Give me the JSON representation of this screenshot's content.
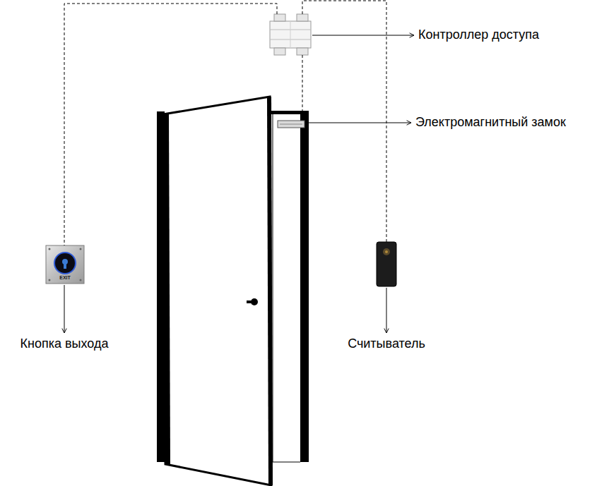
{
  "diagram": {
    "nodes": [
      {
        "text": [
          "Контроллер доступа"
        ]
      },
      {
        "text": [
          "Электромагнитный замок"
        ]
      },
      {
        "text": [
          "EXIT",
          "Кнопка выхода"
        ]
      },
      {
        "text": [
          "Считыватель"
        ]
      }
    ],
    "edges": [
      {
        "from": 0,
        "to": 2,
        "arrow": "none"
      },
      {
        "from": 0,
        "to": 1,
        "arrow": "none"
      },
      {
        "from": 0,
        "to": 3,
        "arrow": "none"
      }
    ]
  }
}
